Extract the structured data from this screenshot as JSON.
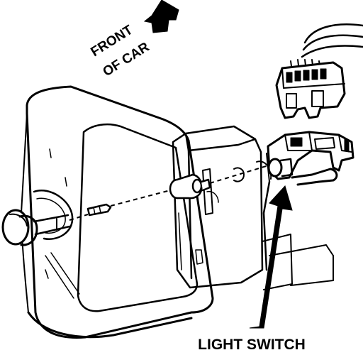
{
  "labels": {
    "front_line1": "FRONT",
    "front_line2": "OF CAR",
    "callout": "LIGHT SWITCH"
  },
  "colors": {
    "ink": "#000000",
    "paper": "#ffffff"
  }
}
